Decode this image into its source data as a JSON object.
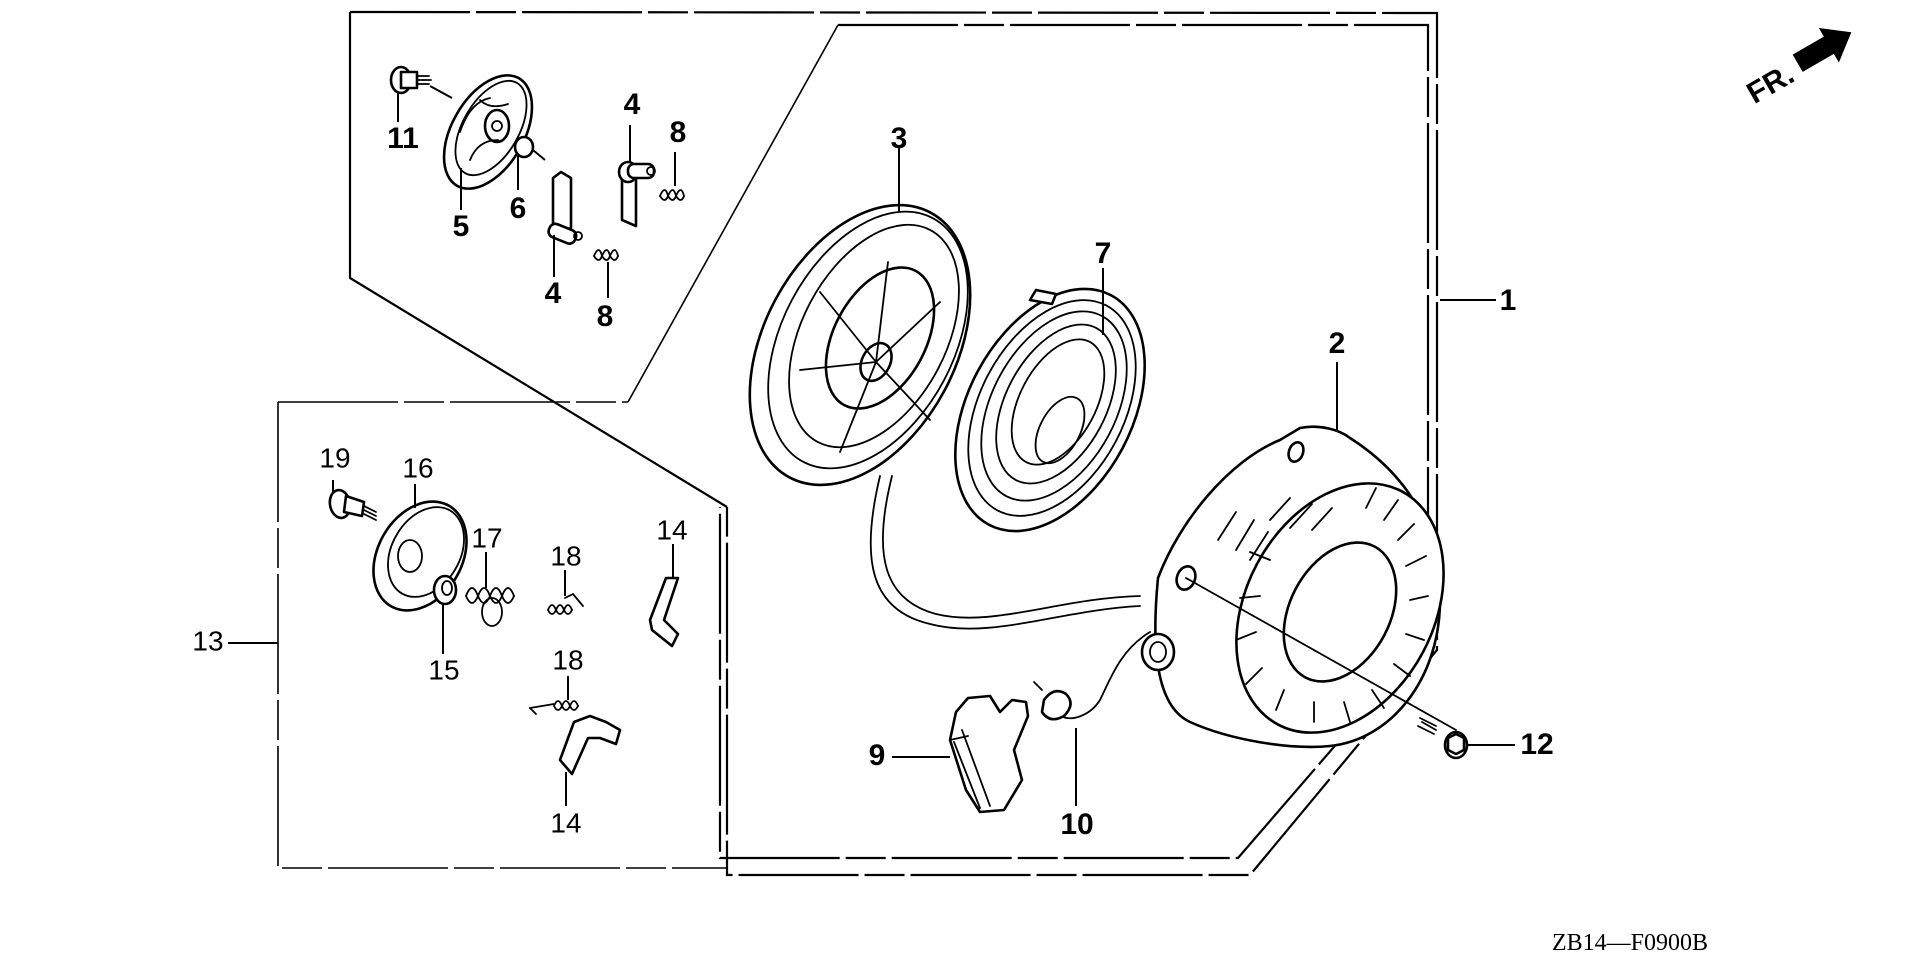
{
  "diagram": {
    "type": "exploded-parts-diagram",
    "subject": "recoil starter assembly",
    "direction_indicator": {
      "label": "FR.",
      "icon": "front-arrow-icon"
    },
    "figure_code": "ZB14—F0900B",
    "callouts": {
      "c1": "1",
      "c2": "2",
      "c3": "3",
      "c4a": "4",
      "c4b": "4",
      "c5": "5",
      "c6": "6",
      "c7": "7",
      "c8a": "8",
      "c8b": "8",
      "c9": "9",
      "c10": "10",
      "c11": "11",
      "c12": "12",
      "c13": "13",
      "c14a": "14",
      "c14b": "14",
      "c15": "15",
      "c16": "16",
      "c17": "17",
      "c18a": "18",
      "c18b": "18",
      "c19": "19"
    },
    "groups": [
      {
        "callout": "1",
        "contains": [
          "2",
          "3",
          "4",
          "5",
          "6",
          "7",
          "8",
          "9",
          "10",
          "11"
        ]
      },
      {
        "callout": "13",
        "contains": [
          "14",
          "15",
          "16",
          "17",
          "18",
          "19"
        ]
      }
    ]
  }
}
